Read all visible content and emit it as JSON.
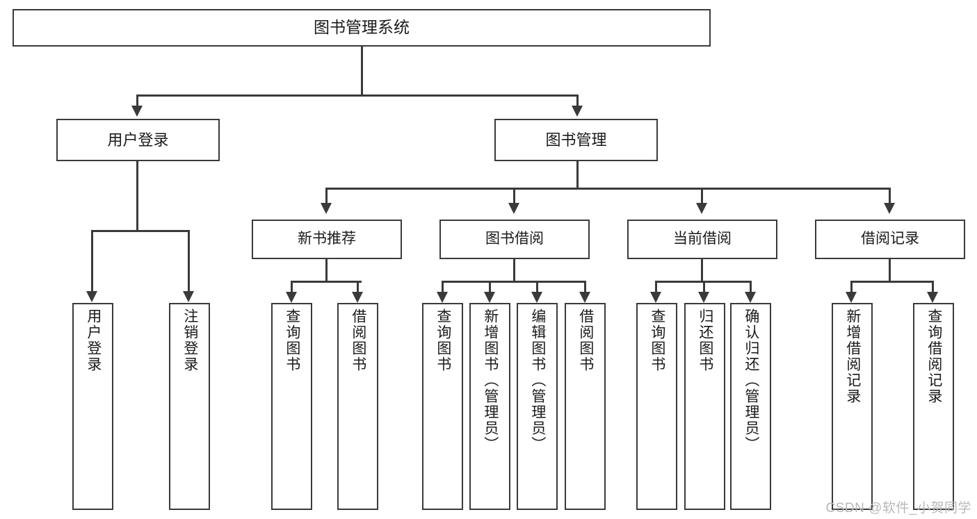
{
  "diagram": {
    "type": "tree-hierarchy",
    "title": "图书管理系统",
    "root": {
      "id": "root",
      "label": "图书管理系统",
      "level": 0,
      "orientation": "horizontal"
    },
    "level1": [
      {
        "id": "user-login",
        "label": "用户登录",
        "level": 1,
        "orientation": "horizontal"
      },
      {
        "id": "book-management",
        "label": "图书管理",
        "level": 1,
        "orientation": "horizontal"
      }
    ],
    "level2": [
      {
        "id": "new-book-recommend",
        "label": "新书推荐",
        "level": 2,
        "orientation": "horizontal",
        "parent": "book-management"
      },
      {
        "id": "book-borrow",
        "label": "图书借阅",
        "level": 2,
        "orientation": "horizontal",
        "parent": "book-management"
      },
      {
        "id": "current-borrow",
        "label": "当前借阅",
        "level": 2,
        "orientation": "horizontal",
        "parent": "book-management"
      },
      {
        "id": "borrow-record",
        "label": "借阅记录",
        "level": 2,
        "orientation": "horizontal",
        "parent": "book-management"
      }
    ],
    "leaves": [
      {
        "id": "leaf-user-login",
        "label": "用户登录",
        "parent": "user-login",
        "orientation": "vertical"
      },
      {
        "id": "leaf-user-logout",
        "label": "注销登录",
        "parent": "user-login",
        "orientation": "vertical"
      },
      {
        "id": "leaf-query-book-1",
        "label": "查询图书",
        "parent": "new-book-recommend",
        "orientation": "vertical"
      },
      {
        "id": "leaf-borrow-book-1",
        "label": "借阅图书",
        "parent": "new-book-recommend",
        "orientation": "vertical"
      },
      {
        "id": "leaf-query-book-2",
        "label": "查询图书",
        "parent": "book-borrow",
        "orientation": "vertical"
      },
      {
        "id": "leaf-add-book",
        "label": "新增图书（管理员）",
        "parent": "book-borrow",
        "orientation": "vertical"
      },
      {
        "id": "leaf-edit-book",
        "label": "编辑图书（管理员）",
        "parent": "book-borrow",
        "orientation": "vertical"
      },
      {
        "id": "leaf-borrow-book-2",
        "label": "借阅图书",
        "parent": "book-borrow",
        "orientation": "vertical"
      },
      {
        "id": "leaf-query-book-3",
        "label": "查询图书",
        "parent": "current-borrow",
        "orientation": "vertical"
      },
      {
        "id": "leaf-return-book",
        "label": "归还图书",
        "parent": "current-borrow",
        "orientation": "vertical"
      },
      {
        "id": "leaf-confirm-return",
        "label": "确认归还（管理员）",
        "parent": "current-borrow",
        "orientation": "vertical"
      },
      {
        "id": "leaf-add-borrow-record",
        "label": "新增借阅记录",
        "parent": "borrow-record",
        "orientation": "vertical"
      },
      {
        "id": "leaf-query-borrow-record",
        "label": "查询借阅记录",
        "parent": "borrow-record",
        "orientation": "vertical"
      }
    ],
    "colors": {
      "stroke": "#3a3a3a",
      "fill": "#ffffff",
      "text": "#1a1a1a",
      "watermark": "#b8b8b8"
    }
  },
  "watermark": {
    "text": "CSDN @软件_小贺同学"
  }
}
